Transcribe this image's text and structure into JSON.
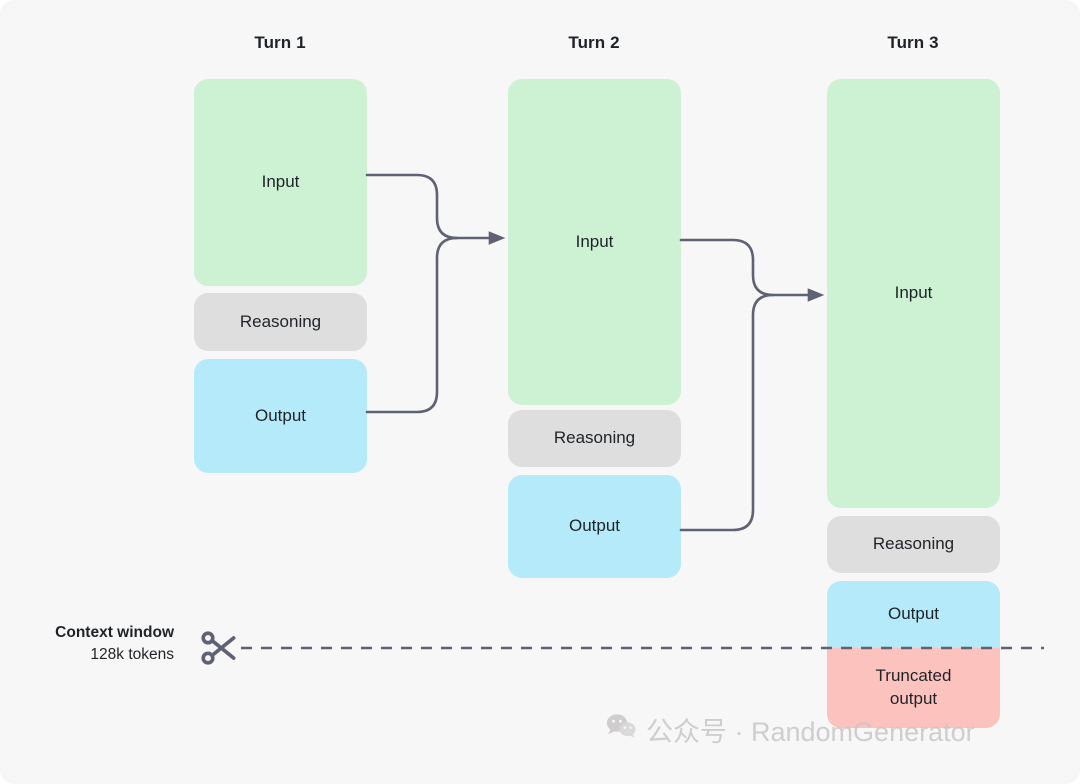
{
  "diagram": {
    "background_color": "#f7f7f7",
    "colors": {
      "input": "#ccf2d3",
      "reasoning": "#dedede",
      "output": "#b5eafb",
      "truncated": "#fcc3be",
      "connector": "#5f6275",
      "text": "#1f2328"
    },
    "columns": [
      {
        "header": "Turn 1",
        "blocks": [
          {
            "type": "input",
            "label": "Input"
          },
          {
            "type": "reasoning",
            "label": "Reasoning"
          },
          {
            "type": "output",
            "label": "Output"
          }
        ]
      },
      {
        "header": "Turn 2",
        "blocks": [
          {
            "type": "input",
            "label": "Input"
          },
          {
            "type": "reasoning",
            "label": "Reasoning"
          },
          {
            "type": "output",
            "label": "Output"
          }
        ]
      },
      {
        "header": "Turn 3",
        "blocks": [
          {
            "type": "input",
            "label": "Input"
          },
          {
            "type": "reasoning",
            "label": "Reasoning"
          },
          {
            "type": "output",
            "label": "Output"
          },
          {
            "type": "truncated",
            "label": "Truncated\noutput"
          }
        ]
      }
    ],
    "context_window": {
      "title": "Context window",
      "subtitle": "128k tokens",
      "icon": "scissors-icon"
    },
    "watermark": {
      "icon": "wechat-icon",
      "text": "公众号 · RandomGenerator"
    }
  }
}
